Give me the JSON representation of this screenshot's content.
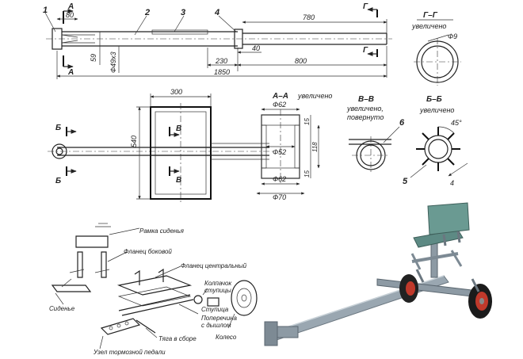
{
  "labels": {
    "part_1": "1",
    "part_2": "2",
    "part_3": "3",
    "part_4": "4",
    "part_5": "5",
    "part_6": "6",
    "sec_a_top": "А",
    "sec_a_bottom": "А",
    "sec_g_top": "Г",
    "sec_g_bottom": "Г",
    "sec_b_top": "Б",
    "sec_b_bottom": "Б",
    "sec_v_top": "В",
    "sec_v_bottom": "В"
  },
  "dimensions": {
    "d80": "80",
    "d780": "780",
    "d59": "59",
    "d_tube": "Ф49х3",
    "d230": "230",
    "d40": "40",
    "d800": "800",
    "d1850": "1850",
    "d9": "Ф9",
    "d300": "300",
    "d540": "540",
    "d62_top": "Ф62",
    "d52": "Ф52",
    "d62_bot": "Ф62",
    "d70": "Ф70",
    "d15_top": "15",
    "d118": "118",
    "d15_bot": "15",
    "d45": "45°",
    "d4": "4"
  },
  "section_titles": {
    "gg": "Г–Г",
    "gg_note": "увеличено",
    "aa": "А–А",
    "aa_note": "увеличено",
    "vv": "В–В",
    "vv_note1": "увеличено,",
    "vv_note2": "повернуто",
    "bb": "Б–Б",
    "bb_note": "увеличено"
  },
  "assembly_labels": {
    "seat_frame": "Рамка сиденья",
    "side_flange": "Фланец боковой",
    "central_flange": "Фланец центральный",
    "hub_cap_1": "Колпачок",
    "hub_cap_2": "ступицы",
    "hub": "Ступица",
    "seat": "Сиденье",
    "crossbar_1": "Поперечина",
    "crossbar_2": "с дышлом",
    "rod": "Тяга в сборе",
    "wheel": "Колесо",
    "pedal": "Узел тормозной педали"
  }
}
